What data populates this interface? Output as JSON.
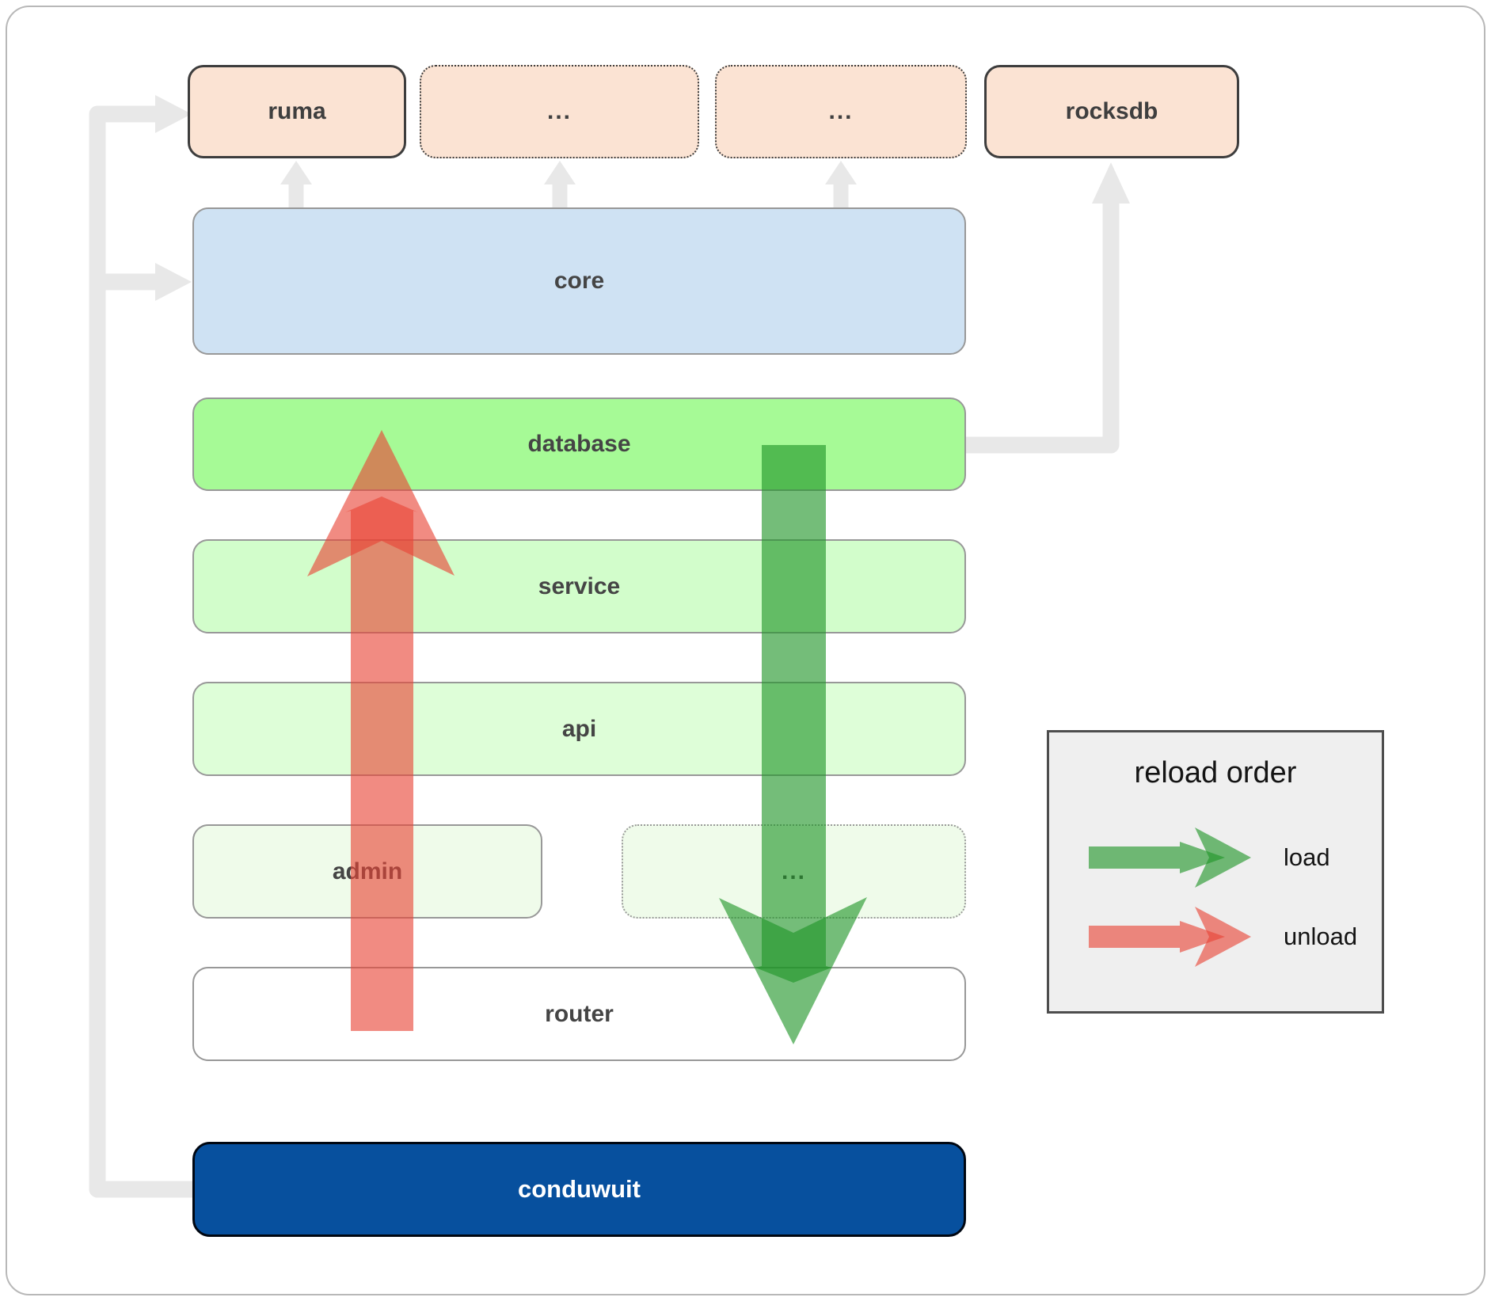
{
  "top_row": [
    {
      "id": "ruma",
      "label": "ruma",
      "border": "solid"
    },
    {
      "id": "crate-a",
      "label": "...",
      "border": "dotted"
    },
    {
      "id": "crate-b",
      "label": "...",
      "border": "dotted"
    },
    {
      "id": "rocksdb",
      "label": "rocksdb",
      "border": "solid"
    }
  ],
  "layers": [
    {
      "id": "core",
      "label": "core"
    },
    {
      "id": "database",
      "label": "database"
    },
    {
      "id": "service",
      "label": "service"
    },
    {
      "id": "api",
      "label": "api"
    },
    {
      "id": "admin",
      "label": "admin"
    },
    {
      "id": "more",
      "label": "...",
      "border": "dotted"
    },
    {
      "id": "router",
      "label": "router"
    },
    {
      "id": "conduwuit",
      "label": "conduwuit"
    }
  ],
  "legend": {
    "title": "reload order",
    "items": [
      {
        "id": "load",
        "label": "load",
        "arrow_color": "#1f9427"
      },
      {
        "id": "unload",
        "label": "unload",
        "arrow_color": "#e84335"
      }
    ]
  },
  "colors": {
    "box_peach": "#fbe3d3",
    "box_blue": "#cfe2f3",
    "box_green_bright": "#a6fa96",
    "box_green_light": "#d2fdcb",
    "box_green_lighter": "#defed8",
    "box_green_faint": "#effbea",
    "conduwuit_blue": "#07509e",
    "arrow_load_green": "#1f9427",
    "arrow_unload_red": "#e84335",
    "connector_gray": "#e8e8e8",
    "legend_bg": "#efefef",
    "border_dark": "#3d3d3d",
    "border_gray": "#989898",
    "text_dark": "#454545"
  }
}
